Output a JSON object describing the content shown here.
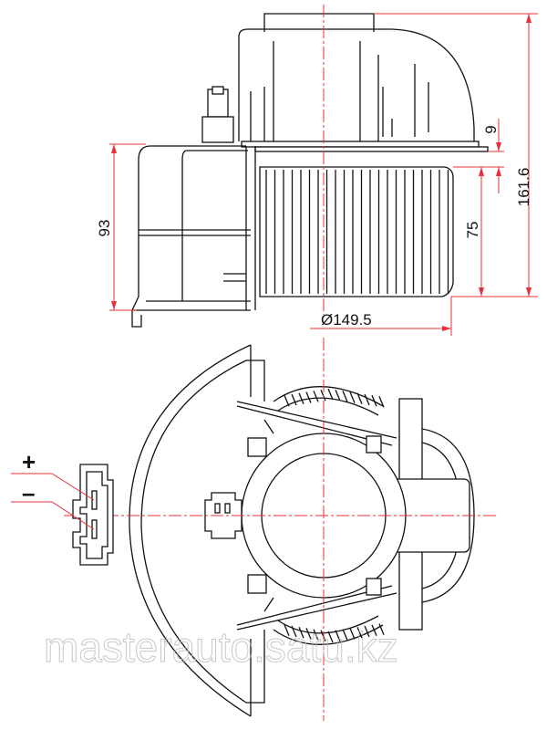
{
  "dimensions": {
    "height_total": "161.6",
    "height_cage": "93",
    "height_fan": "75",
    "gap": "9",
    "diameter": "Ø149.5"
  },
  "connector": {
    "plus": "+",
    "minus": "–"
  },
  "watermark": "masterauto.satu.kz",
  "colors": {
    "dimension": "#e8303a",
    "outline": "#111111"
  }
}
